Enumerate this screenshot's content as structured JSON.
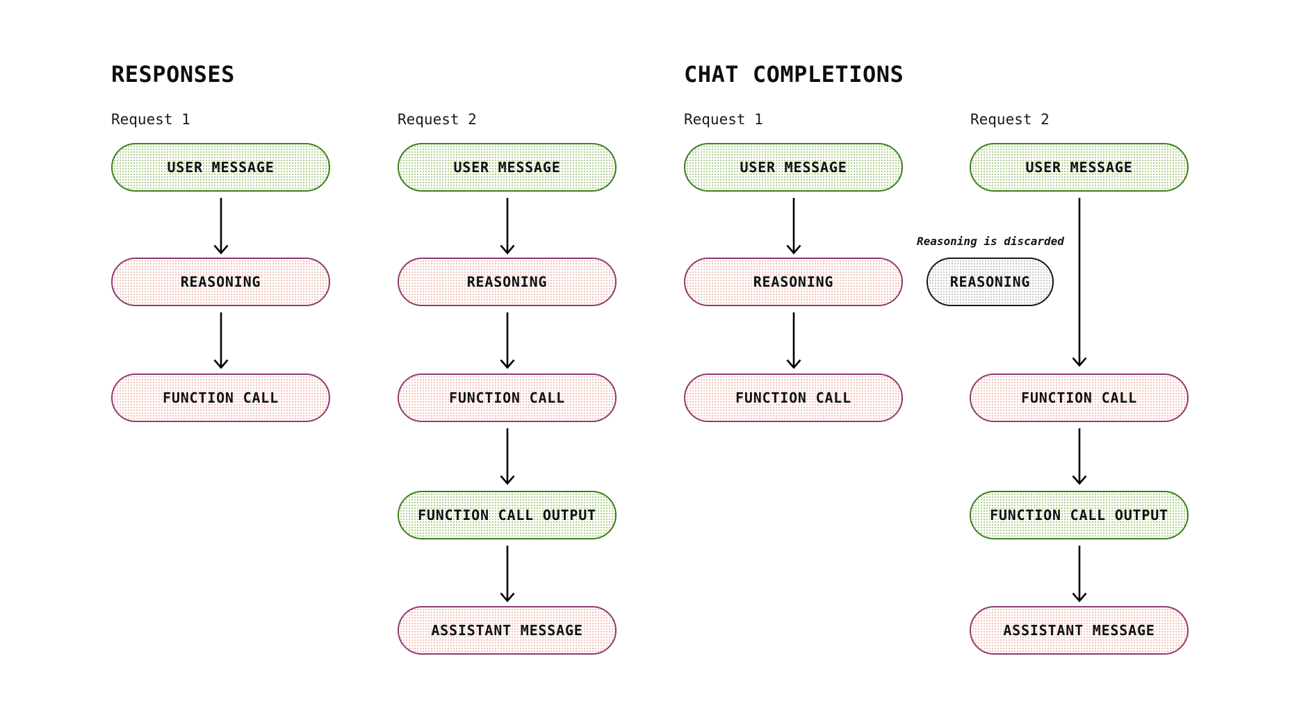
{
  "colors": {
    "green_border": "#3d7c1e",
    "green_dot": "#a3cb78",
    "pink_border": "#8d3a6d",
    "pink_dot": "#f2b9ae",
    "gray_border": "#161616",
    "gray_dot": "#bfbfbf",
    "arrow": "#000000",
    "text": "#111111",
    "background": "#ffffff"
  },
  "sections": [
    {
      "title": "RESPONSES",
      "columns": [
        {
          "request_label": "Request 1",
          "nodes": [
            {
              "label": "USER MESSAGE",
              "type": "green"
            },
            {
              "label": "REASONING",
              "type": "pink"
            },
            {
              "label": "FUNCTION CALL",
              "type": "pink"
            }
          ]
        },
        {
          "request_label": "Request 2",
          "nodes": [
            {
              "label": "USER MESSAGE",
              "type": "green"
            },
            {
              "label": "REASONING",
              "type": "pink"
            },
            {
              "label": "FUNCTION CALL",
              "type": "pink"
            },
            {
              "label": "FUNCTION CALL OUTPUT",
              "type": "green"
            },
            {
              "label": "ASSISTANT MESSAGE",
              "type": "pink"
            }
          ]
        }
      ]
    },
    {
      "title": "CHAT COMPLETIONS",
      "columns": [
        {
          "request_label": "Request 1",
          "nodes": [
            {
              "label": "USER MESSAGE",
              "type": "green"
            },
            {
              "label": "REASONING",
              "type": "pink"
            },
            {
              "label": "FUNCTION CALL",
              "type": "pink"
            }
          ]
        },
        {
          "request_label": "Request 2",
          "nodes": [
            {
              "label": "USER MESSAGE",
              "type": "green"
            },
            {
              "label": "FUNCTION CALL",
              "type": "pink"
            },
            {
              "label": "FUNCTION CALL OUTPUT",
              "type": "green"
            },
            {
              "label": "ASSISTANT MESSAGE",
              "type": "pink"
            }
          ]
        }
      ]
    }
  ],
  "annotation": {
    "text": "Reasoning is discarded",
    "node": {
      "label": "REASONING",
      "type": "discarded"
    }
  }
}
